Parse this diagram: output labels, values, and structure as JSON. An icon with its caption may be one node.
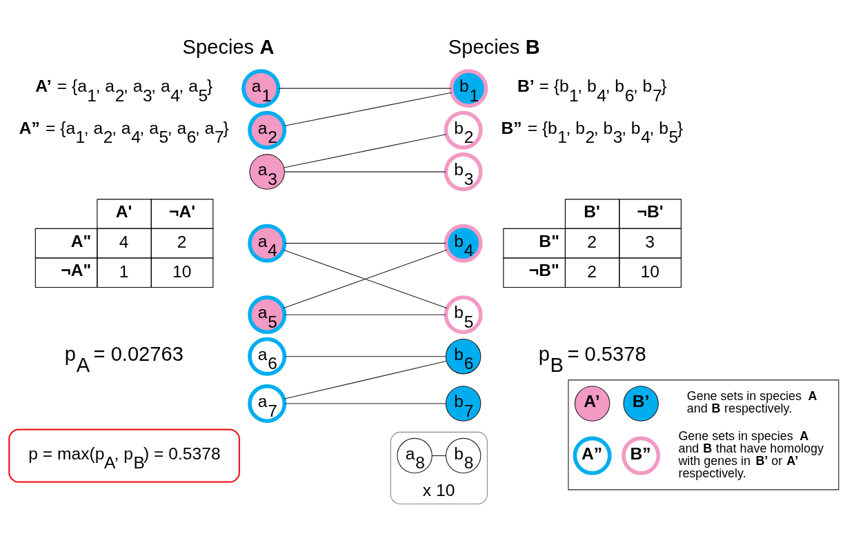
{
  "diagram": {
    "nodes": [
      {
        "text": [
          "a$_{1}$"
        ]
      },
      {
        "text": [
          "a$_{2}$"
        ]
      },
      {
        "text": [
          "a$_{3}$"
        ]
      },
      {
        "text": [
          "a$_{4}$"
        ]
      },
      {
        "text": [
          "a$_{5}$"
        ]
      },
      {
        "text": [
          "a$_{6}$"
        ]
      },
      {
        "text": [
          "a$_{7}$"
        ]
      },
      {
        "text": [
          "b$_{1}$"
        ]
      },
      {
        "text": [
          "b$_{2}$"
        ]
      },
      {
        "text": [
          "b$_{3}$"
        ]
      },
      {
        "text": [
          "b$_{4}$"
        ]
      },
      {
        "text": [
          "b$_{5}$"
        ]
      },
      {
        "text": [
          "b$_{6}$"
        ]
      },
      {
        "text": [
          "b$_{7}$"
        ]
      },
      {
        "text": [
          "x 10"
        ]
      },
      {
        "text": [
          "a$_{8}$"
        ],
        "in": 14
      },
      {
        "text": [
          "b$_{8}$"
        ],
        "in": 14
      },
      {
        "text": [
          "p = max(p$_{A}$, p$_{B}$) = 0.5378"
        ]
      },
      {
        "text": [],
        "shape": "box"
      },
      {
        "text": [
          "A’"
        ],
        "in": 18
      },
      {
        "text": [
          "B’"
        ],
        "in": 18
      },
      {
        "text": [
          "A”"
        ],
        "in": 18
      },
      {
        "text": [
          "B”"
        ],
        "in": 18
      }
    ],
    "edges": [
      {
        "from": 0,
        "to": 7,
        "arrow": "none"
      },
      {
        "from": 1,
        "to": 7,
        "arrow": "none"
      },
      {
        "from": 2,
        "to": 8,
        "arrow": "none"
      },
      {
        "from": 2,
        "to": 9,
        "arrow": "none"
      },
      {
        "from": 3,
        "to": 10,
        "arrow": "none"
      },
      {
        "from": 3,
        "to": 11,
        "arrow": "none"
      },
      {
        "from": 4,
        "to": 10,
        "arrow": "none"
      },
      {
        "from": 4,
        "to": 11,
        "arrow": "none"
      },
      {
        "from": 5,
        "to": 12,
        "arrow": "none"
      },
      {
        "from": 6,
        "to": 12,
        "arrow": "none"
      },
      {
        "from": 6,
        "to": 13,
        "arrow": "none"
      },
      {
        "from": 15,
        "to": 16,
        "arrow": "none"
      }
    ],
    "labels": [
      "Species **A**",
      "Species **B**",
      "**A’** = {a$_{1}$, a$_{2}$, a$_{3}$, a$_{4}$, a$_{5}$}",
      "**A”** = {a$_{1}$, a$_{2}$, a$_{4}$, a$_{5}$, a$_{6}$, a$_{7}$}",
      "A'",
      "¬A'",
      "A\"",
      "4",
      "2",
      "¬A\"",
      "1",
      "10",
      "**B’** = {b$_{1}$, b$_{4}$, b$_{6}$, b$_{7}$}",
      "**B”** = {b$_{1}$, b$_{2}$, b$_{3}$, b$_{4}$, b$_{5}$}",
      "B'",
      "¬B'",
      "B\"",
      "2",
      "3",
      "¬B\"",
      "2",
      "10",
      "p$_{A}$ = 0.02763",
      "p$_{B}$ = 0.5378"
    ],
    "legend": [
      {
        "text": "Gene sets in species **A** and **B** respectively."
      },
      {
        "text": "Gene sets in species **A** and **B** that have homology with genes in **B’** or **A’** respectively."
      }
    ]
  }
}
